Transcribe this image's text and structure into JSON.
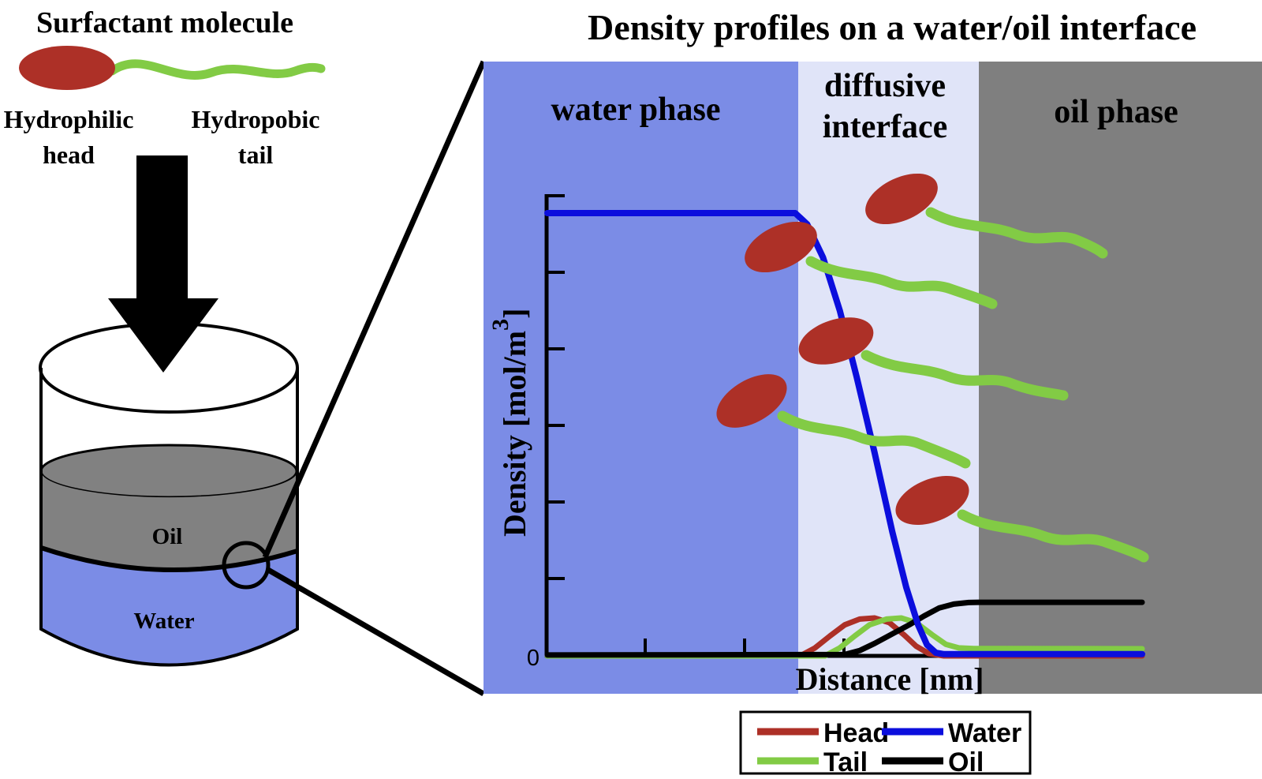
{
  "left": {
    "title": "Surfactant molecule",
    "head_label_line1": "Hydrophilic",
    "head_label_line2": "head",
    "tail_label_line1": "Hydropobic",
    "tail_label_line2": "tail",
    "molecule": {
      "head_color": "#ad3027",
      "tail_color": "#82cb45"
    },
    "beaker": {
      "oil_label": "Oil",
      "water_label": "Water",
      "oil_color": "#818181",
      "water_color": "#7b8ce6"
    }
  },
  "plot": {
    "title": "Density profiles on a water/oil interface",
    "regions": [
      {
        "label": "water phase",
        "color": "#7b8ce6"
      },
      {
        "label_line1": "diffusive",
        "label_line2": "interface",
        "color": "#e0e4f8"
      },
      {
        "label": "oil phase",
        "color": "#7f7f7f"
      }
    ],
    "ylabel_main": "Density [mol/m",
    "ylabel_sup": "3",
    "ylabel_close": "]",
    "xlabel": "Distance [nm]",
    "origin_tick": "0",
    "legend": {
      "items": [
        {
          "label": "Head",
          "color": "#ad3027"
        },
        {
          "label": "Water",
          "color": "#0b0edd"
        },
        {
          "label": "Tail",
          "color": "#82cb45"
        },
        {
          "label": "Oil",
          "color": "#000000"
        }
      ]
    }
  },
  "chart_data": {
    "type": "line",
    "title": "Density profiles on a water/oil interface",
    "xlabel": "Distance [nm]",
    "ylabel": "Density [mol/m3]",
    "x_range": [
      0,
      6
    ],
    "y_range_relative": [
      0,
      1
    ],
    "grid": false,
    "legend_position": "below-axis",
    "regions": [
      {
        "label": "water phase",
        "x_range": [
          0,
          2.53
        ]
      },
      {
        "label": "diffusive interface",
        "x_range": [
          2.53,
          4.35
        ]
      },
      {
        "label": "oil phase",
        "x_range": [
          4.35,
          6
        ]
      }
    ],
    "series": [
      {
        "name": "Head",
        "color": "#ad3027",
        "x": [
          0,
          2.55,
          2.7,
          2.85,
          3.0,
          3.15,
          3.3,
          3.45,
          3.6,
          3.72,
          3.85,
          4.0,
          6.0
        ],
        "y": [
          0.0,
          0.0,
          0.018,
          0.045,
          0.07,
          0.083,
          0.0855,
          0.075,
          0.047,
          0.022,
          0.005,
          0.0,
          0.0
        ]
      },
      {
        "name": "Tail",
        "color": "#82cb45",
        "x": [
          0,
          2.8,
          2.95,
          3.1,
          3.25,
          3.42,
          3.57,
          3.72,
          3.88,
          4.02,
          4.15,
          4.3,
          6.0
        ],
        "y": [
          0.0,
          0.0,
          0.018,
          0.045,
          0.07,
          0.083,
          0.0855,
          0.075,
          0.048,
          0.026,
          0.018,
          0.0165,
          0.016
        ]
      },
      {
        "name": "Oil",
        "color": "#000000",
        "x": [
          0,
          3.0,
          3.15,
          3.3,
          3.5,
          3.65,
          3.8,
          3.95,
          4.1,
          4.25,
          4.35,
          6.0
        ],
        "y": [
          0.002,
          0.003,
          0.012,
          0.028,
          0.052,
          0.07,
          0.09,
          0.108,
          0.117,
          0.1205,
          0.121,
          0.121
        ]
      },
      {
        "name": "Water",
        "color": "#0b0edd",
        "x": [
          0,
          2.5,
          2.62,
          2.78,
          2.95,
          3.12,
          3.3,
          3.48,
          3.62,
          3.74,
          3.83,
          3.92,
          4.0,
          6.0
        ],
        "y": [
          1,
          1,
          0.975,
          0.9,
          0.78,
          0.63,
          0.46,
          0.28,
          0.155,
          0.07,
          0.025,
          0.007,
          0.004,
          0.004
        ]
      }
    ]
  }
}
